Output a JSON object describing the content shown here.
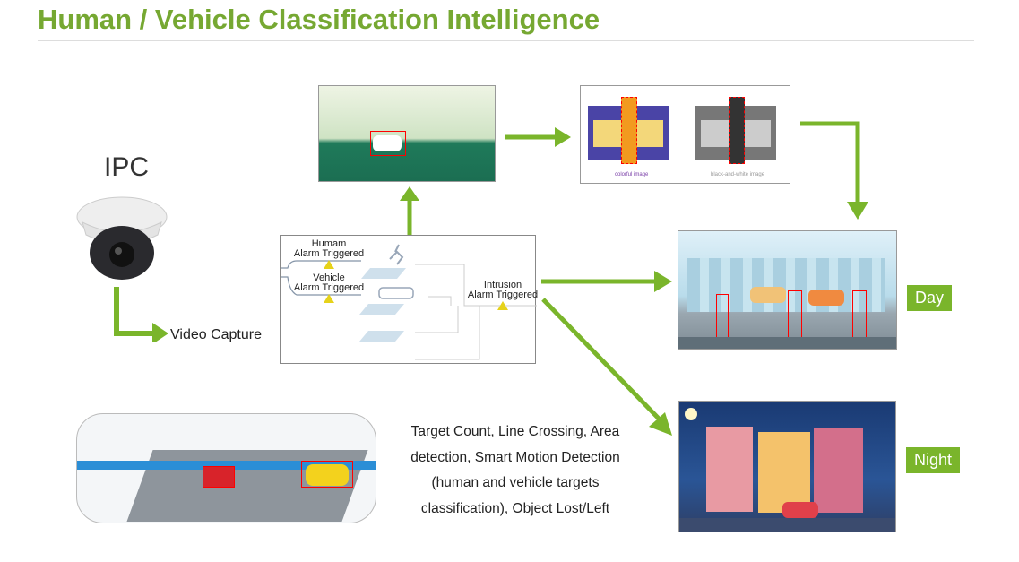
{
  "title": "Human / Vehicle Classification Intelligence",
  "ipc_label": "IPC",
  "video_capture": "Video Capture",
  "alarms": {
    "human": [
      "Humam",
      "Alarm Triggered"
    ],
    "vehicle": [
      "Vehicle",
      "Alarm Triggered"
    ],
    "intrusion": [
      "Intrusion",
      "Alarm Triggered"
    ]
  },
  "color_compare": {
    "colorful": "colorful image",
    "bw": "black-and-white image"
  },
  "day": "Day",
  "night": "Night",
  "description": "Target Count, Line Crossing, Area detection, Smart Motion Detection (human and vehicle targets classification), Object Lost/Left",
  "colors": {
    "brand": "#76a832",
    "arrow": "#7ab52b"
  }
}
